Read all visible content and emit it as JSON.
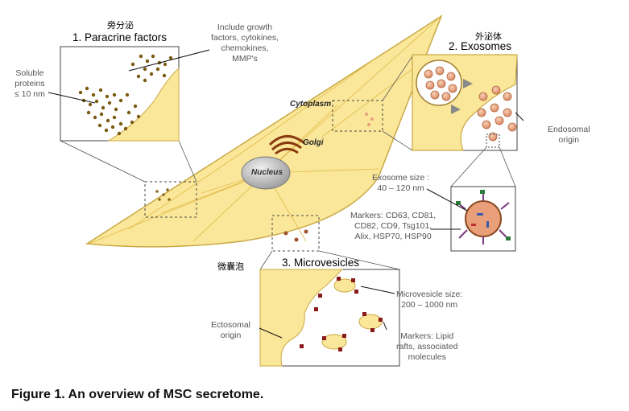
{
  "section1": {
    "cn": "旁分泌",
    "title": "1. Paracrine factors",
    "note": [
      "Include growth",
      "factors, cytokines,",
      "chemokines,",
      "MMP's"
    ],
    "soluble": [
      "Soluble",
      "proteins",
      "≤ 10 nm"
    ]
  },
  "section2": {
    "cn": "外泌体",
    "title": "2. Exosomes",
    "origin": [
      "Endosomal",
      "origin"
    ],
    "size": [
      "Exosome size :",
      "40 – 120 nm"
    ],
    "markers": [
      "Markers: CD63, CD81,",
      "CD82, CD9, Tsg101,",
      "Alix, HSP70, HSP90"
    ]
  },
  "section3": {
    "cn": "微囊泡",
    "title": "3. Microvesicles",
    "size": [
      "Microvesicle size:",
      "200 – 1000 nm"
    ],
    "origin": [
      "Ectosomal",
      "origin"
    ],
    "markers": [
      "Markers: Lipid",
      "rafts, associated",
      "molecules"
    ]
  },
  "cell": {
    "cytoplasm": "Cytoplasm",
    "golgi": "Golgi",
    "nucleus": "Nucleus"
  },
  "caption": "Figure 1. An overview of MSC secretome.",
  "colors": {
    "cell_fill": "#fbe79a",
    "cell_edge": "#c9a944",
    "dots": "#7a5a10",
    "vesicle": "#e9a07a",
    "nucleus": "#bfbfbf",
    "golgi": "#8a3a10"
  }
}
